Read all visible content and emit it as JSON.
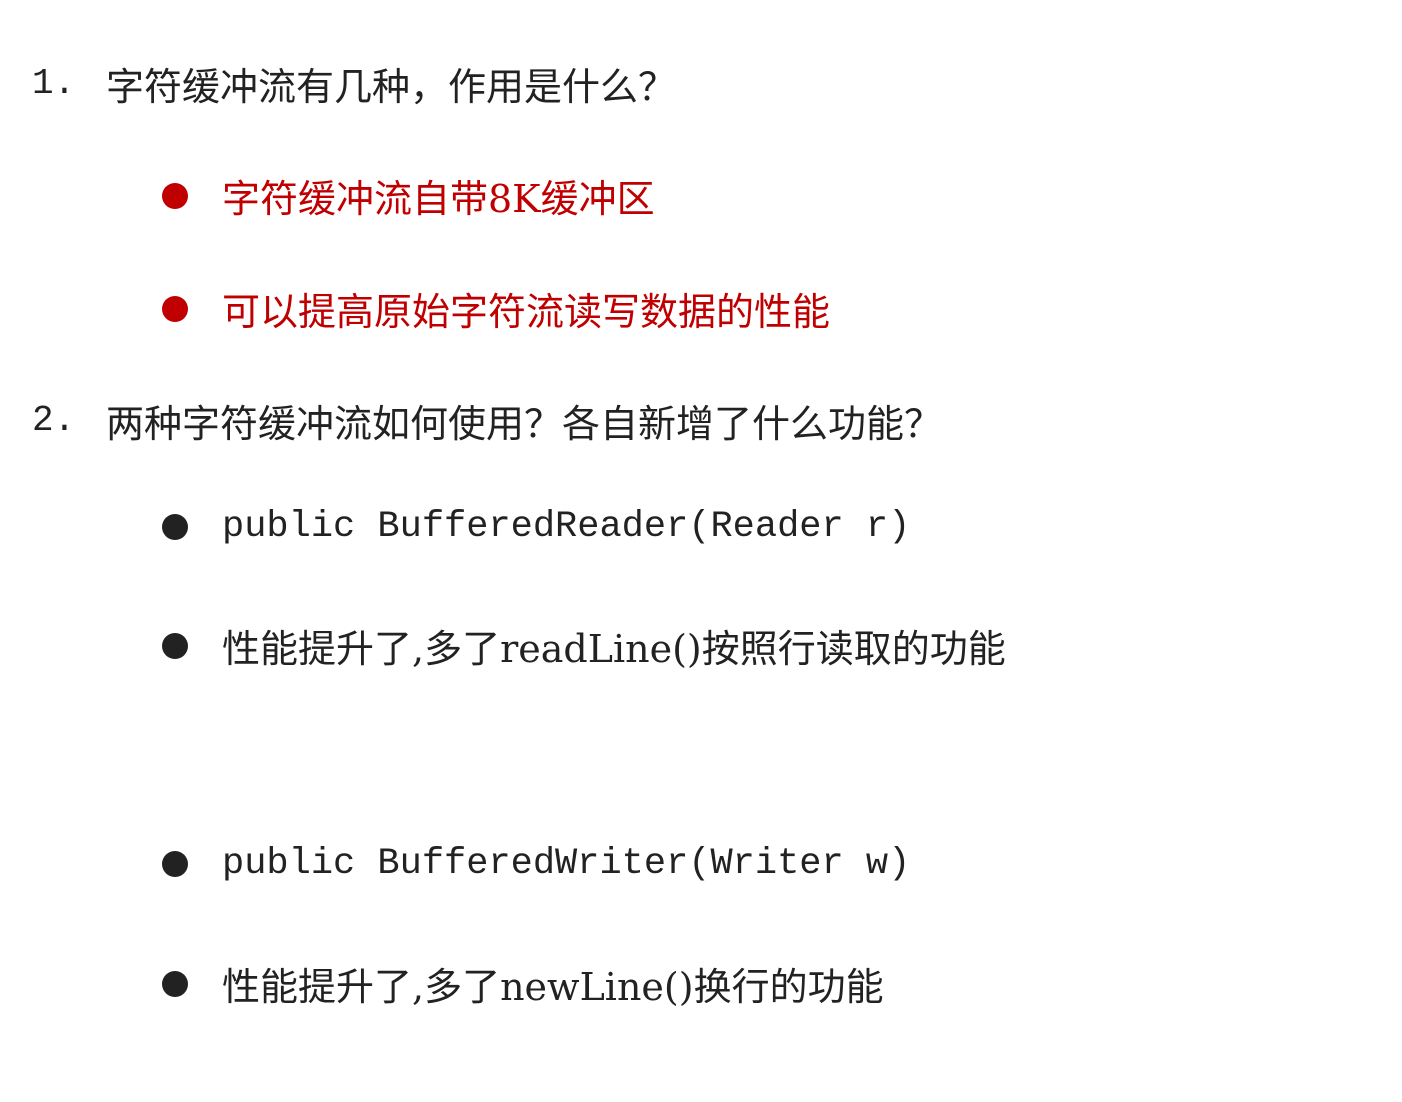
{
  "accent_color": "#c00000",
  "questions": [
    {
      "number": "1.",
      "text": "字符缓冲流有几种，作用是什么？",
      "answers": [
        "字符缓冲流自带8K缓冲区",
        "可以提高原始字符流读写数据的性能"
      ]
    },
    {
      "number": "2.",
      "text": "两种字符缓冲流如何使用？各自新增了什么功能？",
      "answers": [
        "public BufferedReader(Reader r)",
        "性能提升了,多了readLine()按照行读取的功能",
        "public BufferedWriter(Writer w)",
        "性能提升了,多了newLine()换行的功能"
      ]
    }
  ]
}
